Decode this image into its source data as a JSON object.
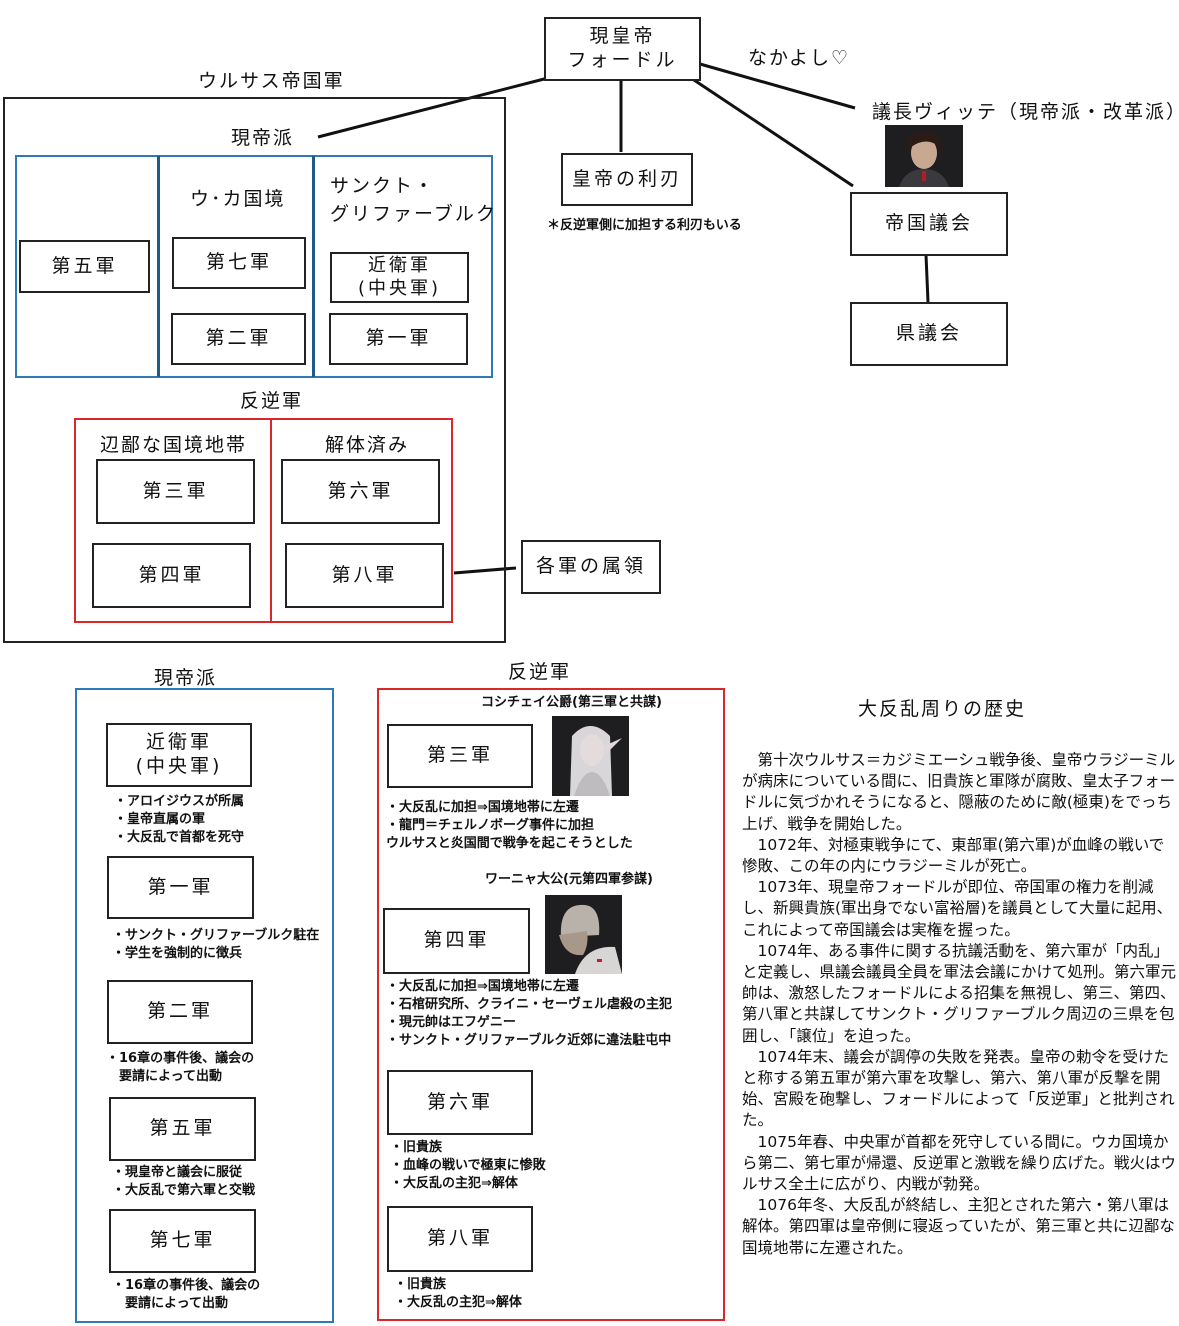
{
  "top": {
    "empire_title": "ウルサス帝国軍",
    "current_faction": "現帝派",
    "border_uk": "ウ･カ国境",
    "sankt_label": "サンクト・\nグリファーブルク",
    "rebel_label": "反逆軍",
    "remote_border": "辺鄙な国境地帯",
    "dissolved": "解体済み",
    "armies": {
      "fifth": "第五軍",
      "seventh": "第七軍",
      "second": "第二軍",
      "guard": "近衛軍\n(中央軍)",
      "first": "第一軍",
      "third": "第三軍",
      "fourth": "第四軍",
      "sixth": "第六軍",
      "eighth": "第八軍"
    },
    "territories": "各軍の属領",
    "emperor": "現皇帝\nフォードル",
    "friends": "なかよし♡",
    "chairman": "議長ヴィッテ（現帝派・改革派）",
    "blade": "皇帝の利刃",
    "blade_note": "＊反逆軍側に加担する利刃もいる",
    "imperial_council": "帝国議会",
    "prefectural_council": "県議会"
  },
  "loyal": {
    "title": "現帝派",
    "units": [
      {
        "name": "近衛軍\n(中央軍)",
        "notes": [
          "・アロイジウスが所属",
          "・皇帝直属の軍",
          "・大反乱で首都を死守"
        ]
      },
      {
        "name": "第一軍",
        "notes": [
          "・サンクト・グリファーブルク駐在",
          "・学生を強制的に徴兵"
        ]
      },
      {
        "name": "第二軍",
        "notes": [
          "・16章の事件後、議会の",
          "　要請によって出動"
        ]
      },
      {
        "name": "第五軍",
        "notes": [
          "・現皇帝と議会に服従",
          "・大反乱で第六軍と交戦"
        ]
      },
      {
        "name": "第七軍",
        "notes": [
          "・16章の事件後、議会の",
          "　要請によって出動"
        ]
      }
    ]
  },
  "rebel": {
    "title": "反逆軍",
    "units": [
      {
        "name": "第三軍",
        "person": "コシチェイ公爵(第三軍と共謀)",
        "notes": [
          "・大反乱に加担⇒国境地帯に左遷",
          "・龍門＝チェルノボーグ事件に加担",
          "ウルサスと炎国間で戦争を起こそうとした"
        ]
      },
      {
        "name": "第四軍",
        "person": "ワーニャ大公(元第四軍参謀)",
        "notes": [
          "・大反乱に加担⇒国境地帯に左遷",
          "・石棺研究所、クライニ・セーヴェル虐殺の主犯",
          "・現元帥はエフゲニー",
          "・サンクト・グリファーブルク近郊に違法駐屯中"
        ]
      },
      {
        "name": "第六軍",
        "notes": [
          "・旧貴族",
          "・血峰の戦いで極東に惨敗",
          "・大反乱の主犯⇒解体"
        ]
      },
      {
        "name": "第八軍",
        "notes": [
          "・旧貴族",
          "・大反乱の主犯⇒解体"
        ]
      }
    ]
  },
  "history": {
    "title": "大反乱周りの歴史",
    "paragraphs": [
      "第十次ウルサス＝カジミエーシュ戦争後、皇帝ウラジーミルが病床についている間に、旧貴族と軍隊が腐敗、皇太子フォードルに気づかれそうになると、隠蔽のために敵(極東)をでっち上げ、戦争を開始した。",
      "1072年、対極東戦争にて、東部軍(第六軍)が血峰の戦いで惨敗、この年の内にウラジーミルが死亡。",
      "1073年、現皇帝フォードルが即位、帝国軍の権力を削減し、新興貴族(軍出身でない富裕層)を議員として大量に起用、これによって帝国議会は実権を握った。",
      "1074年、ある事件に関する抗議活動を、第六軍が「内乱」と定義し、県議会議員全員を軍法会議にかけて処刑。第六軍元帥は、激怒したフォードルによる招集を無視し、第三、第四、第八軍と共謀してサンクト・グリファーブルク周辺の三県を包囲し、「譲位」を迫った。",
      "1074年末、議会が調停の失敗を発表。皇帝の勅令を受けたと称する第五軍が第六軍を攻撃し、第六、第八軍が反撃を開始、宮殿を砲撃し、フォードルによって「反逆軍」と批判された。",
      "1075年春、中央軍が首都を死守している間に。ウカ国境から第二、第七軍が帰還、反逆軍と激戦を繰り広げた。戦火はウルサス全土に広がり、内戦が勃発。",
      "1076年冬、大反乱が終結し、主犯とされた第六・第八軍は解体。第四軍は皇帝側に寝返っていたが、第三軍と共に辺鄙な国境地帯に左遷された。"
    ]
  },
  "colors": {
    "loyal": "#2e7ab8",
    "rebel": "#d9282c"
  }
}
